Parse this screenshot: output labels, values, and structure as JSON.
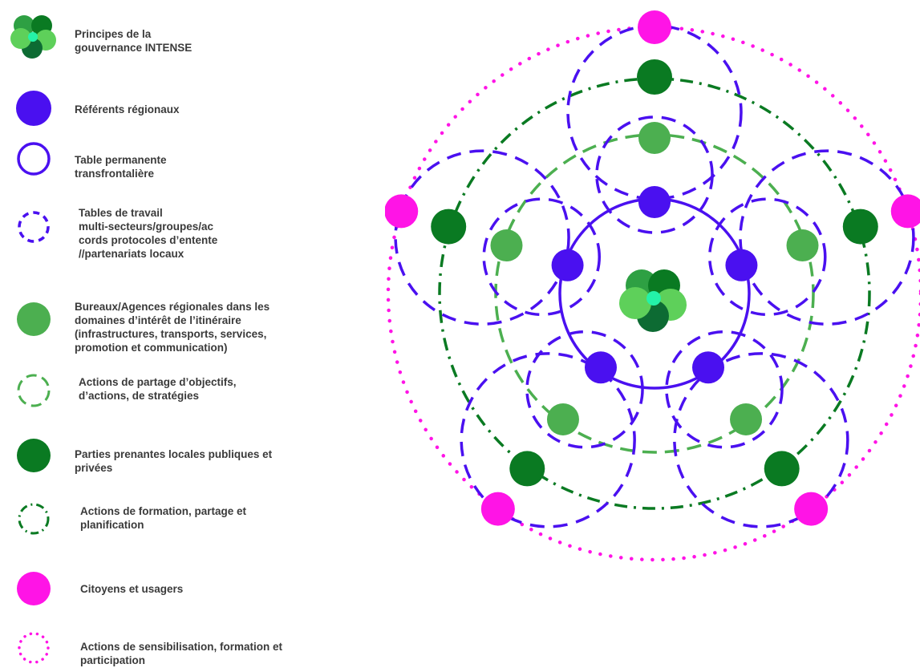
{
  "legend": {
    "items": [
      {
        "key": "principles",
        "label_lines": [
          "Principes de la",
          "gouvernance INTENSE"
        ]
      },
      {
        "key": "regional-referents",
        "label_lines": [
          "Référents régionaux"
        ]
      },
      {
        "key": "permanent-table",
        "label_lines": [
          "Table permanente",
          "transfrontalière"
        ]
      },
      {
        "key": "work-tables",
        "label_lines": [
          "Tables de travail",
          "multi-secteurs/groupes/ac",
          "cords protocoles d’entente",
          "//partenariats locaux"
        ]
      },
      {
        "key": "regional-offices",
        "label_lines": [
          "Bureaux/Agences régionales dans les",
          "domaines d’intérêt de l’itinéraire",
          "(infrastructures, transports, services,",
          "promotion et communication)"
        ]
      },
      {
        "key": "sharing-actions",
        "label_lines": [
          "Actions de partage d’objectifs,",
          "d’actions, de stratégies"
        ]
      },
      {
        "key": "local-stakeholders",
        "label_lines": [
          "Parties prenantes locales publiques et",
          "privées"
        ]
      },
      {
        "key": "training-actions",
        "label_lines": [
          "Actions de formation, partage et",
          "planification"
        ]
      },
      {
        "key": "citizens",
        "label_lines": [
          "Citoyens et usagers"
        ]
      },
      {
        "key": "awareness-actions",
        "label_lines": [
          "Actions de sensibilisation, formation et",
          "participation"
        ]
      }
    ]
  },
  "colors": {
    "blue": "#4a10f0",
    "light_green": "#4caf50",
    "dark_green": "#0a7a22",
    "magenta": "#ff14e6",
    "mint": "#24f2a8",
    "green_a": "#2ea043",
    "green_b": "#5ed05a",
    "green_c": "#0d6b33"
  },
  "icons": {
    "principles": "flower-cluster-icon",
    "regional-referents": "filled-blue-circle-icon",
    "permanent-table": "outlined-blue-circle-icon",
    "work-tables": "dashed-blue-circle-icon",
    "regional-offices": "filled-light-green-circle-icon",
    "sharing-actions": "dashed-light-green-circle-icon",
    "local-stakeholders": "filled-dark-green-circle-icon",
    "training-actions": "dash-dot-dark-green-circle-icon",
    "citizens": "filled-magenta-circle-icon",
    "awareness-actions": "dotted-magenta-circle-icon"
  }
}
